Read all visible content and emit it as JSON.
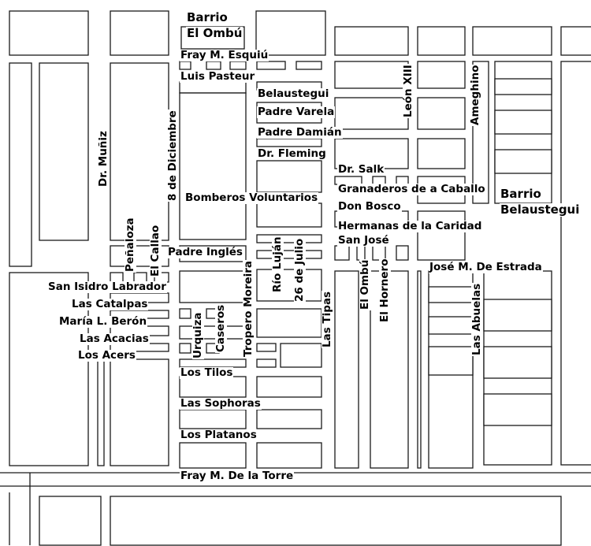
{
  "neighborhoods": {
    "el_ombu": [
      "Barrio",
      "El Ombú"
    ],
    "belaustegui": [
      "Barrio",
      "Belaustegui"
    ]
  },
  "streets": {
    "fray_esquiu": "Fray M. Esquiú",
    "luis_pasteur": "Luis Pasteur",
    "belaustegui": "Belaustegui",
    "padre_varela": "Padre Varela",
    "padre_damian": "Padre Damián",
    "dr_fleming": "Dr. Fleming",
    "dr_salk": "Dr. Salk",
    "granaderos": "Granaderos de a Caballo",
    "don_bosco": "Don Bosco",
    "hermanas": "Hermanas de la Caridad",
    "san_jose": "San José",
    "bomberos": "Bomberos Voluntarios",
    "padre_ingles": "Padre Inglés",
    "jose_estrada": "José M. De Estrada",
    "san_isidro": "San Isidro Labrador",
    "las_catalpas": "Las Catalpas",
    "maria_beron": "María L. Berón",
    "las_acacias": "Las Acacias",
    "los_acers": "Los Acers",
    "los_tilos": "Los Tilos",
    "las_sophoras": "Las Sophoras",
    "los_platanos": "Los Platanos",
    "fray_torre": "Fray M. De la Torre",
    "dr_muniz": "Dr. Muñiz",
    "ocho_diciembre": "8 de Diciembre",
    "penaloza": "Peñaloza",
    "el_callao": "El Callao",
    "urquiza": "Urquiza",
    "caseros": "Caseros",
    "tropero_moreira": "Tropero Moreira",
    "rio_lujan": "Río Luján",
    "veintiseis_julio": "26 de Julio",
    "las_tipas": "Las Tipas",
    "el_ombu": "El Ombú",
    "el_hornero": "El Hornero",
    "leon_xiii": "León XIII",
    "ameghino": "Ameghino",
    "las_abuelas": "Las Abuelas"
  }
}
